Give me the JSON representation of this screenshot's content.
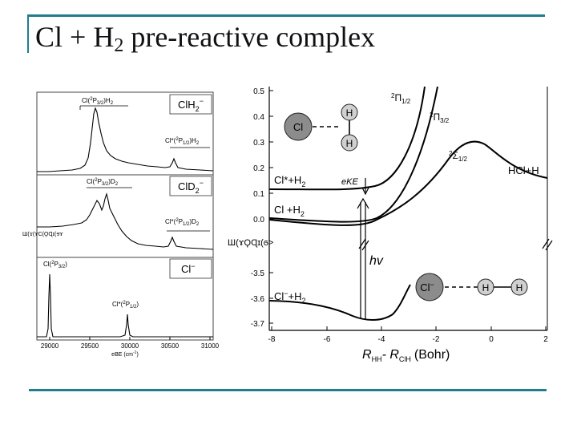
{
  "title": {
    "main": "Cl + H",
    "sub": "2",
    "rest": " pre-reactive complex"
  },
  "colors": {
    "accent": "#1f7e8c",
    "curve": "#000000",
    "atom_cl": "#8c8c8c",
    "atom_h": "#d0d0d0"
  },
  "spectra": {
    "xlabel": "eBE (cm",
    "xlabel_sup": "-1",
    "xlabel_end": ")",
    "xticks": [
      "29000",
      "29500",
      "30000",
      "30500",
      "31000"
    ],
    "ylabel": "Ш(ϫ(ɤϹ(ϘɊɪ(ɘɤ",
    "panels": [
      {
        "badge": "ClH",
        "badge_sub": "2",
        "badge_sup": "−",
        "peak1": "Cl(",
        "peak1_sup": "2",
        "peak1_mid": "P",
        "peak1_sub": "3/2",
        "peak1_end": ")H",
        "peak1_end_sub": "2",
        "peak2": "Cl*(",
        "peak2_sup": "2",
        "peak2_mid": "P",
        "peak2_sub": "1/2",
        "peak2_end": ")H",
        "peak2_end_sub": "2"
      },
      {
        "badge": "ClD",
        "badge_sub": "2",
        "badge_sup": "−",
        "peak1": "Cl(",
        "peak1_sup": "2",
        "peak1_mid": "P",
        "peak1_sub": "3/2",
        "peak1_end": ")D",
        "peak1_end_sub": "2",
        "peak2": "Cl*(",
        "peak2_sup": "2",
        "peak2_mid": "P",
        "peak2_sub": "1/2",
        "peak2_end": ")D",
        "peak2_end_sub": "2"
      },
      {
        "badge": "Cl",
        "badge_sub": "",
        "badge_sup": "−",
        "peak1": "Cl(",
        "peak1_sup": "2",
        "peak1_mid": "P",
        "peak1_sub": "3/2",
        "peak1_end": ")",
        "peak1_end_sub": "",
        "peak2": "Cl*(",
        "peak2_sup": "2",
        "peak2_mid": "P",
        "peak2_sub": "1/2",
        "peak2_end": ")",
        "peak2_end_sub": ""
      }
    ]
  },
  "potential": {
    "yticks_upper": [
      "0.5",
      "0.4",
      "0.3",
      "0.2",
      "0.1",
      "0.0"
    ],
    "yticks_lower": [
      "-3.5",
      "-3.6",
      "-3.7"
    ],
    "xticks": [
      "-8",
      "-6",
      "-4",
      "-2",
      "0",
      "2"
    ],
    "xlabel_R1": "R",
    "xlabel_R1_sub": "HH",
    "xlabel_dash": "- R",
    "xlabel_R2_sub": "ClH",
    "xlabel_unit": "(Bohr)",
    "ylabel": "Ш(ɤϘɊɪ(ϭ>",
    "labels": {
      "state1": "Π",
      "state1_sup": "2",
      "state1_sub": "1/2",
      "state2": "Π",
      "state2_sup": "2",
      "state2_sub": "3/2",
      "state3": "Σ",
      "state3_sup": "2",
      "state3_sub": "1/2",
      "products": "HCl+H",
      "clstar": "Cl*+H",
      "clstar_sub": "2",
      "clh2": "Cl +H",
      "clh2_sub": "2",
      "anion": "Cl",
      "anion_sup": "−",
      "anion_tail": "+H",
      "anion_sub": "2",
      "eke": "eKE",
      "hv": "hv"
    },
    "inset_neutral": {
      "cl": "Cl",
      "h1": "H",
      "h2": "H"
    },
    "inset_anion": {
      "cl": "Cl",
      "cl_sup": "−",
      "h1": "H",
      "h2": "H"
    }
  }
}
